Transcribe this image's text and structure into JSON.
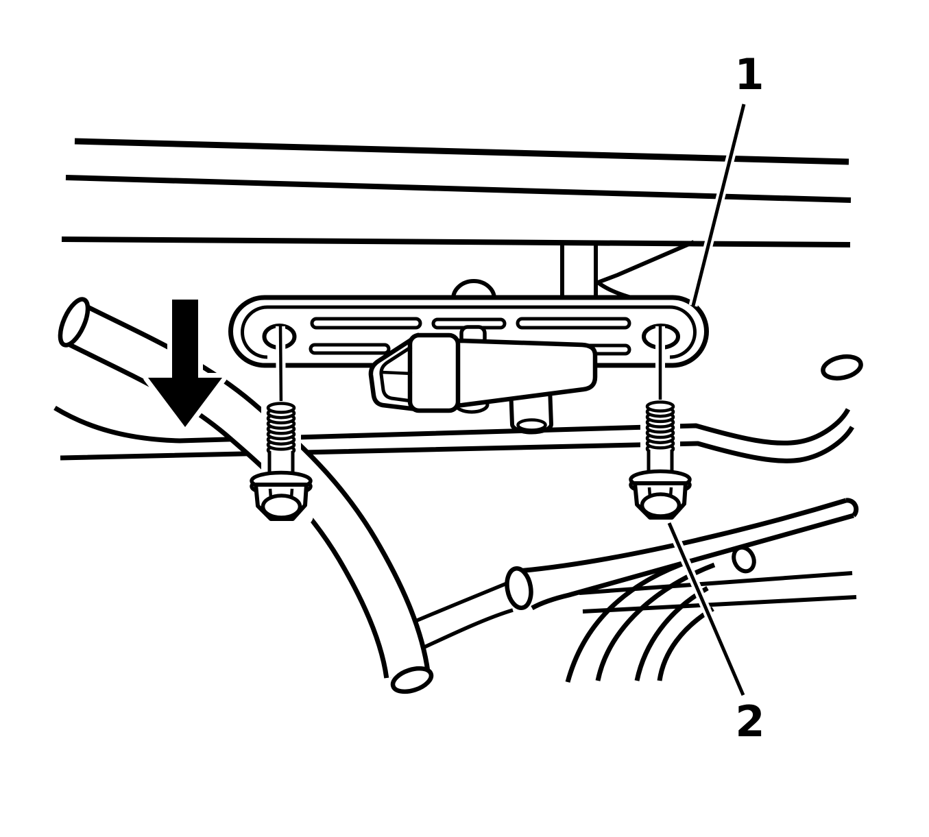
{
  "figure": {
    "callouts": [
      {
        "label": "1"
      },
      {
        "label": "2"
      }
    ],
    "arrow": {
      "icon": "down-arrow",
      "color": "#000000"
    },
    "colors": {
      "ink": "#000000",
      "paper": "#ffffff"
    }
  }
}
